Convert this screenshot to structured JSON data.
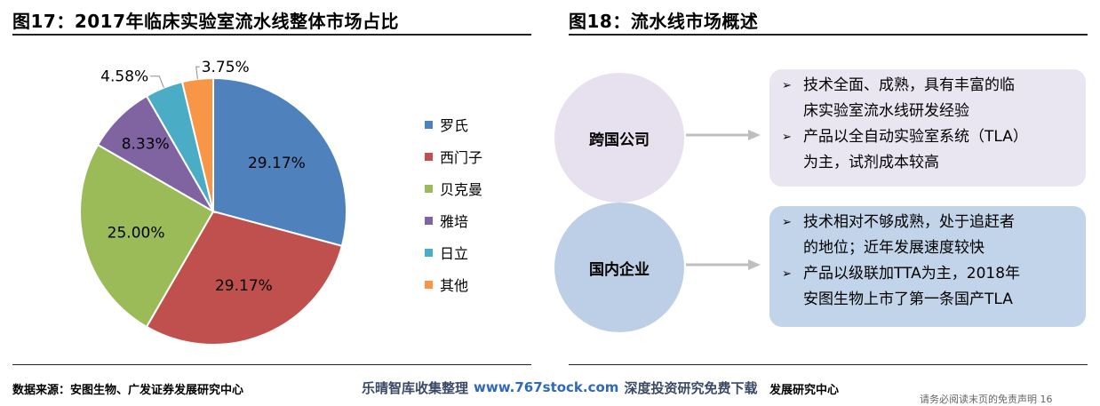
{
  "left_figure": {
    "title": "图17：2017年临床实验室流水线整体市场占比",
    "source": "数据来源：安图生物、广发证券发展研究中心"
  },
  "right_figure": {
    "title": "图18：流水线市场概述",
    "source_partial": "发展研究中心",
    "rows": [
      {
        "label": "跨国公司",
        "circle_color": "#e6e0ef",
        "box_color": "#eae6f1",
        "lines": [
          {
            "bullet": "➢",
            "text": "技术全面、成熟，具有丰富的临"
          },
          {
            "bullet": "",
            "text": "床实验室流水线研发经验"
          },
          {
            "bullet": "➢",
            "text": "产品以全自动实验室系统（TLA）"
          },
          {
            "bullet": "",
            "text": "为主，试剂成本较高"
          }
        ]
      },
      {
        "label": "国内企业",
        "circle_color": "#bccfe6",
        "box_color": "#c2d4ea",
        "lines": [
          {
            "bullet": "➢",
            "text": "技术相对不够成熟，处于追赶者"
          },
          {
            "bullet": "",
            "text": "的地位；近年发展速度较快"
          },
          {
            "bullet": "➢",
            "text": "产品以级联加TTA为主，2018年"
          },
          {
            "bullet": "",
            "text": "安图生物上市了第一条国产TLA"
          }
        ]
      }
    ]
  },
  "watermark": {
    "prefix": "乐晴智库收集整理",
    "url": "www.767stock.com",
    "suffix": "深度投资研究免费下载"
  },
  "page_note": "请务必阅读末页的免责声明 16",
  "chart_data": {
    "type": "pie",
    "title": "2017年临床实验室流水线整体市场占比",
    "legend_position": "right",
    "series": [
      {
        "name": "罗氏",
        "value": 29.17,
        "label": "29.17%",
        "color": "#4f81bd"
      },
      {
        "name": "西门子",
        "value": 29.17,
        "label": "29.17%",
        "color": "#c0504d"
      },
      {
        "name": "贝克曼",
        "value": 25.0,
        "label": "25.00%",
        "color": "#9bbb59"
      },
      {
        "name": "雅培",
        "value": 8.33,
        "label": "8.33%",
        "color": "#8064a2"
      },
      {
        "name": "日立",
        "value": 4.58,
        "label": "4.58%",
        "color": "#4bacc6"
      },
      {
        "name": "其他",
        "value": 3.75,
        "label": "3.75%",
        "color": "#f79646"
      }
    ]
  }
}
